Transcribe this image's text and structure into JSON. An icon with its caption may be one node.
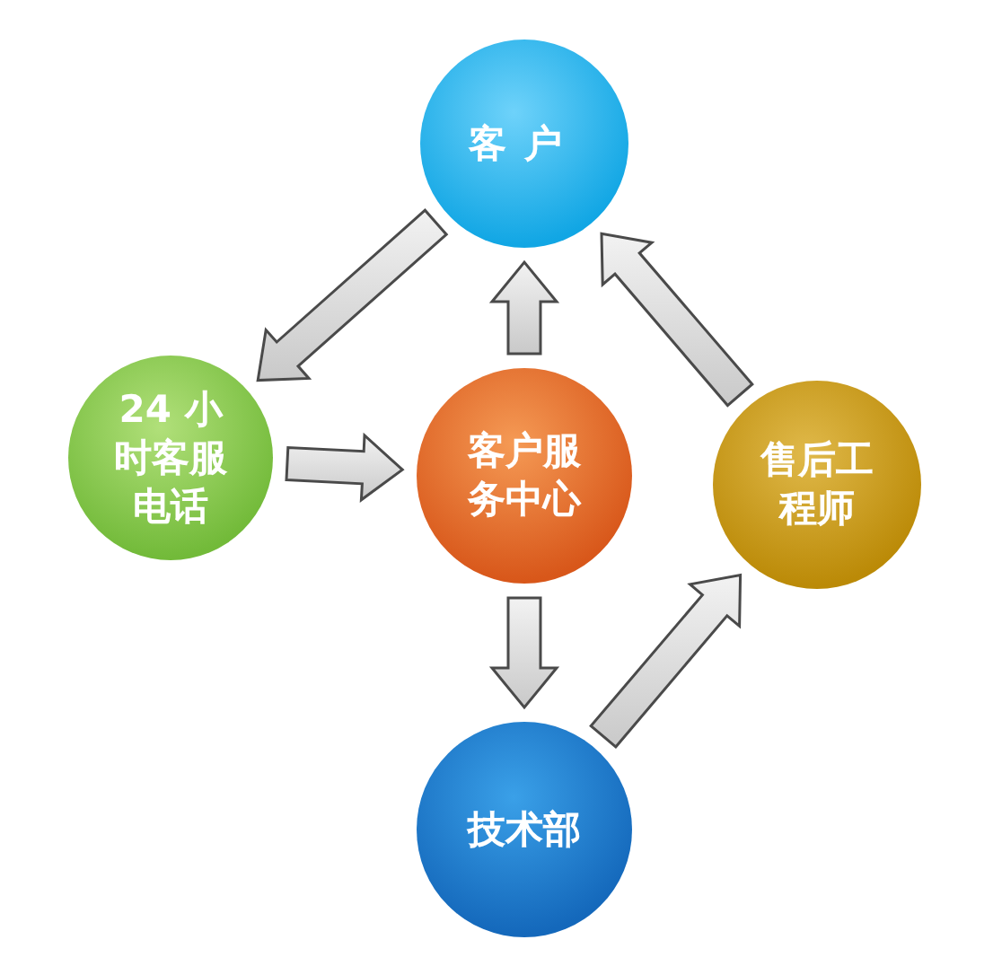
{
  "diagram": {
    "nodes": [
      {
        "text": [
          "客户"
        ]
      },
      {
        "text": [
          "24 小时客服电话"
        ]
      },
      {
        "text": [
          "客户服务中心"
        ]
      },
      {
        "text": [
          "售后工程师"
        ]
      },
      {
        "text": [
          "技术部"
        ]
      }
    ],
    "edges": [
      {
        "from": 0,
        "to": 1,
        "arrow": "to"
      },
      {
        "from": 1,
        "to": 2,
        "arrow": "to"
      },
      {
        "from": 2,
        "to": 0,
        "arrow": "to"
      },
      {
        "from": 2,
        "to": 4,
        "arrow": "to"
      },
      {
        "from": 4,
        "to": 3,
        "arrow": "to"
      },
      {
        "from": 3,
        "to": 0,
        "arrow": "to"
      }
    ]
  }
}
